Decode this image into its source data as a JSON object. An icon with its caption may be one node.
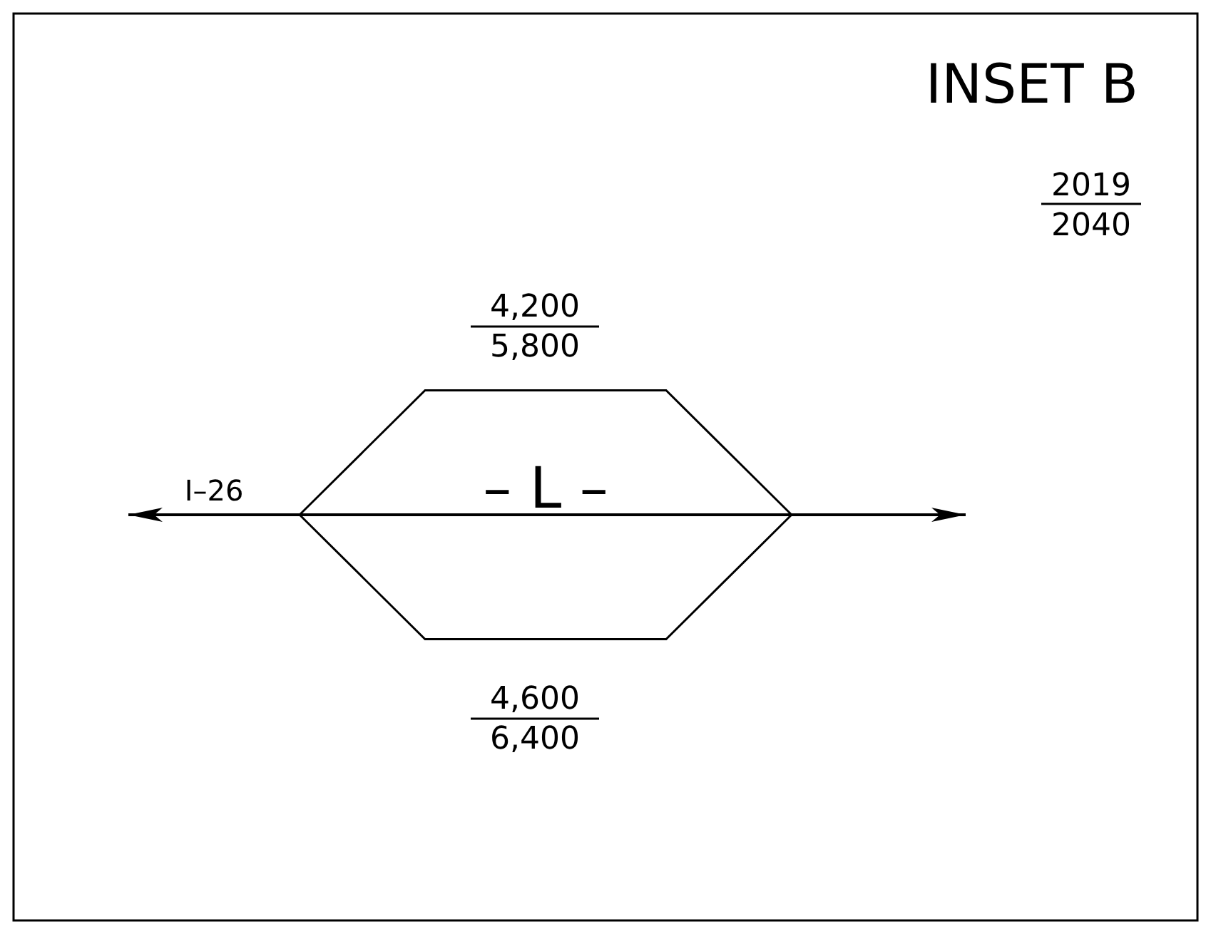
{
  "diagram": {
    "title": "INSET B",
    "nodes": [
      {
        "text": [
          "– L –"
        ]
      }
    ],
    "labels": [
      "2019",
      "2040",
      "4,200",
      "5,800",
      "I–26",
      "4,600",
      "6,400"
    ]
  }
}
